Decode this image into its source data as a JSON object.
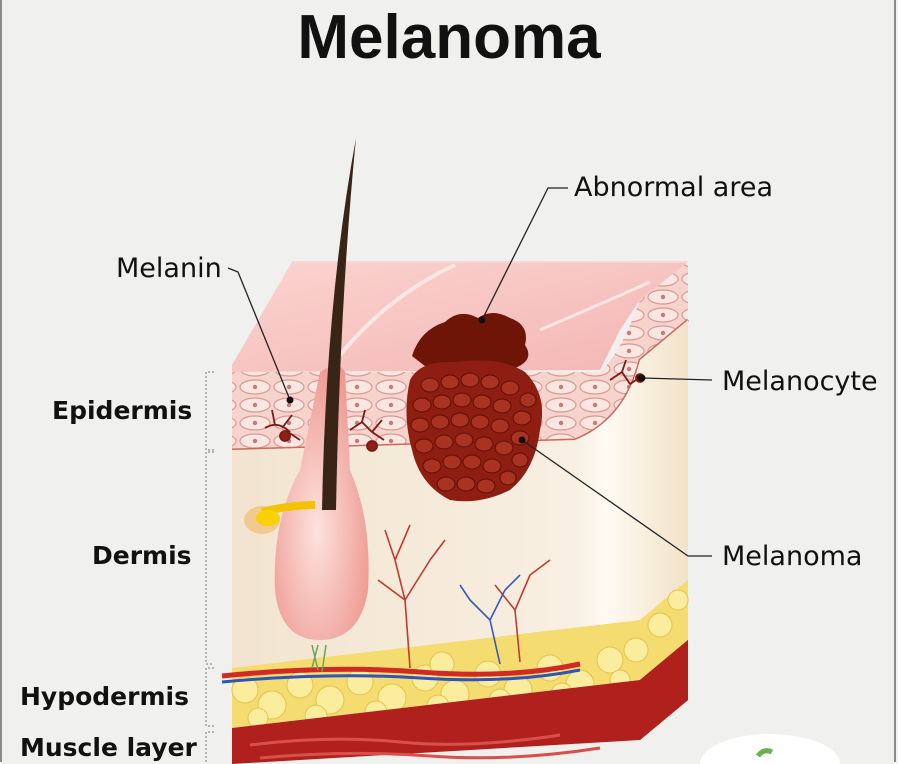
{
  "title": "Melanoma",
  "labels": {
    "melanin": "Melanin",
    "abnormal_area": "Abnormal area",
    "melanocyte": "Melanocyte",
    "melanoma": "Melanoma"
  },
  "layers": {
    "epidermis": "Epidermis",
    "dermis": "Dermis",
    "hypodermis": "Hypodermis",
    "muscle": "Muscle layer"
  },
  "colors": {
    "skin_top": "#f6c6c3",
    "epidermis": "#f3c9c4",
    "dermis": "#f3e6d3",
    "fat": "#f7e27a",
    "muscle": "#b0201c",
    "tumor": "#8e1e12",
    "hair": "#3a2416"
  }
}
